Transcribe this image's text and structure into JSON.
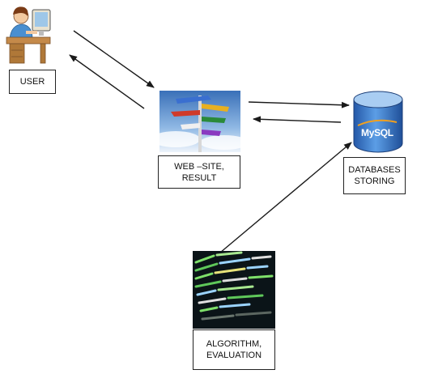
{
  "nodes": {
    "user": {
      "label_lines": [
        "USER"
      ],
      "icon": "user-at-computer-icon"
    },
    "website": {
      "label_lines": [
        "WEB –SITE,",
        "RESULT"
      ],
      "icon": "signpost-image"
    },
    "database": {
      "label_lines": [
        "DATABASES",
        "STORING"
      ],
      "icon": "database-cylinder-icon",
      "logo_text": "MySQL"
    },
    "algorithm": {
      "label_lines": [
        "ALGORITHM,",
        "EVALUATION"
      ],
      "icon": "code-screen-image"
    }
  },
  "colors": {
    "arrow": "#1a1a1a",
    "cylinder": "#2f6fbf",
    "cylinder_light": "#6aa6e6",
    "code_bg": "#0d1a1f",
    "sky": "#4f86c9"
  }
}
